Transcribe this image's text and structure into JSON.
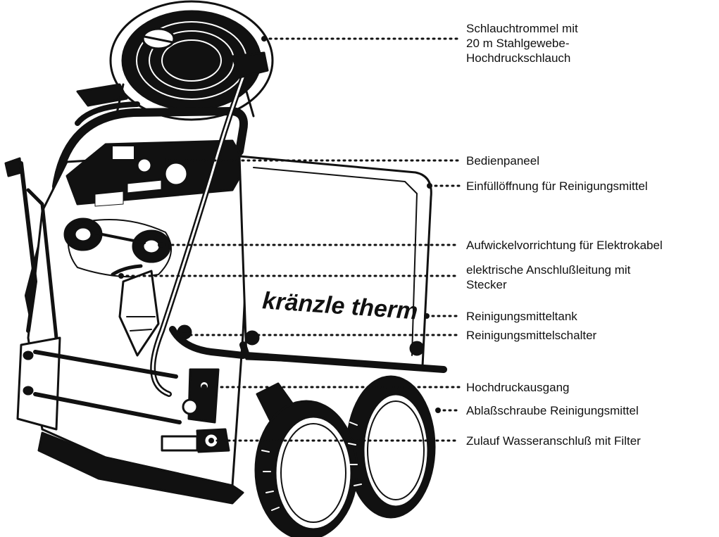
{
  "image": {
    "logo_text": "kränzle therm"
  },
  "callouts": [
    {
      "id": "drum",
      "text": "Schlauchtrommel mit\n20 m Stahlgewebe-\nHochdruckschlauch"
    },
    {
      "id": "panel",
      "text": "Bedienpaneel"
    },
    {
      "id": "fill",
      "text": "Einfüllöffnung für Reinigungsmittel"
    },
    {
      "id": "winder",
      "text": "Aufwickelvorrichtung für Elektrokabel"
    },
    {
      "id": "cable",
      "text": "elektrische Anschlußleitung mit\nStecker"
    },
    {
      "id": "tank",
      "text": "Reinigungsmitteltank"
    },
    {
      "id": "switch",
      "text": "Reinigungsmittelschalter"
    },
    {
      "id": "outlet",
      "text": "Hochdruckausgang"
    },
    {
      "id": "drain",
      "text": "Ablaßschraube Reinigungsmittel"
    },
    {
      "id": "inlet",
      "text": "Zulauf Wasseranschluß mit Filter"
    }
  ]
}
